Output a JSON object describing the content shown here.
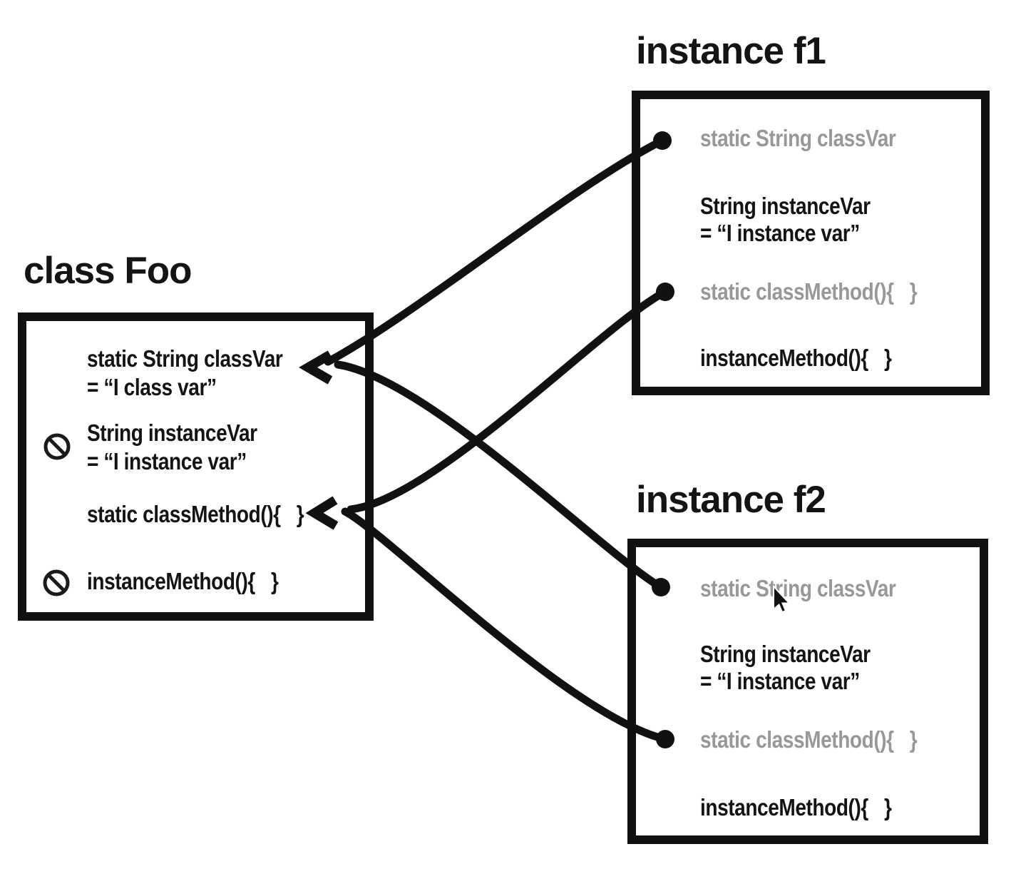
{
  "colors": {
    "ink": "#141414",
    "border": "#111111",
    "shared_member_gray": "#989898",
    "background": "#ffffff"
  },
  "class_box": {
    "title": "class Foo",
    "members": [
      {
        "line1": "static String classVar",
        "line2": "= “I class var”",
        "prohibited": false
      },
      {
        "line1": "String instanceVar",
        "line2": "= “I instance var”",
        "prohibited": true
      },
      {
        "line1": "static classMethod(){   }",
        "prohibited": false
      },
      {
        "line1": "instanceMethod(){   }",
        "prohibited": true
      }
    ]
  },
  "instance_boxes": [
    {
      "title": "instance f1",
      "members": [
        {
          "text": "static String classVar",
          "shared": true
        },
        {
          "line1": "String instanceVar",
          "line2": "= “I instance var”",
          "shared": false
        },
        {
          "text": "static classMethod(){   }",
          "shared": true
        },
        {
          "text": "instanceMethod(){   }",
          "shared": false
        }
      ]
    },
    {
      "title": "instance f2",
      "members": [
        {
          "text": "static String classVar",
          "shared": true
        },
        {
          "line1": "String instanceVar",
          "line2": "= “I instance var”",
          "shared": false
        },
        {
          "text": "static classMethod(){   }",
          "shared": true
        },
        {
          "text": "instanceMethod(){   }",
          "shared": false
        }
      ]
    }
  ],
  "arrows": [
    {
      "from": "instance f1 · static String classVar",
      "to": "class Foo · static String classVar"
    },
    {
      "from": "instance f1 · static classMethod(){ }",
      "to": "class Foo · static classMethod(){ }"
    },
    {
      "from": "instance f2 · static String classVar",
      "to": "class Foo · static String classVar"
    },
    {
      "from": "instance f2 · static classMethod(){ }",
      "to": "class Foo · static classMethod(){ }"
    }
  ],
  "icons": {
    "prohibited": "no-sign-icon",
    "reference": "reference-dot",
    "pointer": "mouse-cursor-icon"
  }
}
